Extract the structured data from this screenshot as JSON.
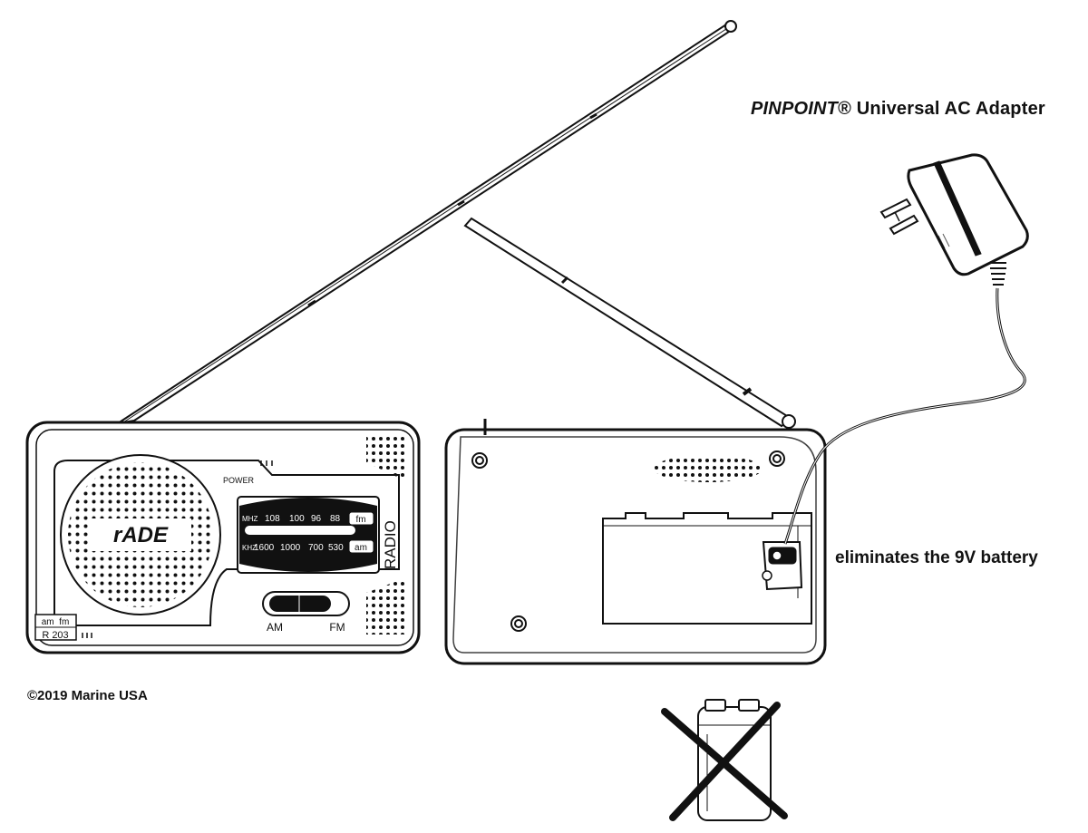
{
  "captions": {
    "adapter_brand": "PINPOINT",
    "adapter_rest": "® Universal AC Adapter",
    "battery_note": "eliminates the 9V battery",
    "copyright": "©2019 Marine USA"
  },
  "radio_front": {
    "brand": "rADE",
    "power_label": "POWER",
    "side_label": "RADIO",
    "model_band": "am  fm",
    "model": "R 203",
    "dial": {
      "mhz_label": "MHZ",
      "mhz_values": [
        "108",
        "100",
        "96",
        "88"
      ],
      "fm_tag": "fm",
      "khz_label": "KHZ",
      "khz_values": [
        "1600",
        "1000",
        "700",
        "530"
      ],
      "am_tag": "am"
    },
    "switch_am": "AM",
    "switch_fm": "FM"
  },
  "colors": {
    "ink": "#111111",
    "paper": "#ffffff"
  }
}
